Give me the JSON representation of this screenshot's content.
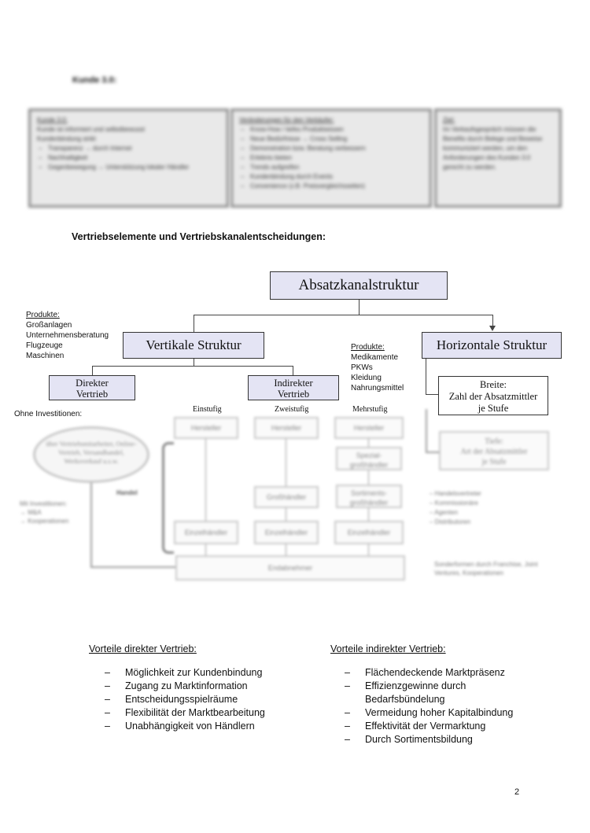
{
  "heading_top": "Kunde 3.0:",
  "top_boxes": {
    "left": {
      "title": "Kunde 3.0:",
      "lines": [
        "Kunde ist informiert und selbstbewusst",
        "Kundenbindung sinkt"
      ],
      "bullets": [
        "Transparenz → durch Internet",
        "Nachhaltigkeit",
        "Gegenbewegung → Unterstützung lokaler Händler"
      ]
    },
    "middle": {
      "title": "Veränderungen für den Verkäufer:",
      "bullets": [
        "Know-How / tiefes Produktwissen",
        "Neue Bedürfnisse → Cross Selling",
        "Demonstration bzw. Beratung verbessern",
        "Erlebnis bieten",
        "Trends aufgreifen",
        "Kundenbindung durch Events",
        "Convenience (z.B. Preisvergleichsseiten)"
      ]
    },
    "right": {
      "title": "Ziel:",
      "text": "Im Verkaufsgespräch müssen die Benefits durch Belege und Beweise kommuniziert werden, um den Anforderungen des Kunden 3.0 gerecht zu werden."
    }
  },
  "section_heading": "Vertriebselemente und Vertriebskanalentscheidungen:",
  "diagram": {
    "root": "Absatzkanalstruktur",
    "vertical": "Vertikale Struktur",
    "horizontal": "Horizontale Struktur",
    "products_left_title": "Produkte:",
    "products_left": [
      "Großanlagen",
      "Unternehmensberatung",
      "Flugzeuge",
      "Maschinen"
    ],
    "products_right_title": "Produkte:",
    "products_right": [
      "Medikamente",
      "PKWs",
      "Kleidung",
      "Nahrungsmittel"
    ],
    "direct": [
      "Direkter",
      "Vertrieb"
    ],
    "indirect": [
      "Indirekter",
      "Vertrieb"
    ],
    "breite": [
      "Breite:",
      "Zahl der Absatzmittler",
      "je Stufe"
    ],
    "tiefe": [
      "Tiefe:",
      "Art der Absatzmittler",
      "je Stufe"
    ],
    "ohne_invest": "Ohne Investitionen:",
    "ellipse_text": "über Vertriebsmitarbeiter, Online-Vertrieb, Versandhandel, Werksverkauf u.s.w.",
    "mit_invest_title": "Mit Investitionen:",
    "mit_invest": [
      "→ M&A",
      "→ Kooperationen"
    ],
    "handel": "Handel",
    "stufe_labels": [
      "Einstufig",
      "Zweistufig",
      "Mehrstufig"
    ],
    "hersteller": "Hersteller",
    "spezialgross": "Spezial-großhändler",
    "grosshaendler": "Großhändler",
    "sortimentsgross": "Sortiments-großhändler",
    "einzelhaendler": "Einzelhändler",
    "endabnehmer": "Endabnehmer",
    "right_list": [
      "Handelsvertreter",
      "Kommissionäre",
      "Agenten",
      "Distributoren"
    ],
    "sonderformen": "Sonderformen durch Franchise, Joint Ventures, Kooperationen"
  },
  "advantages": {
    "direct_title": "Vorteile direkter Vertrieb:",
    "direct": [
      "Möglichkeit zur Kundenbindung",
      "Zugang zu Marktinformation",
      "Entscheidungsspielräume",
      "Flexibilität der Marktbearbeitung",
      "Unabhängigkeit von Händlern"
    ],
    "indirect_title": "Vorteile indirekter Vertrieb:",
    "indirect_1": "Flächendeckende Marktpräsenz",
    "indirect_2a": "Effizienzgewinne durch",
    "indirect_2b": "Bedarfsbündelung",
    "indirect_3": "Vermeidung hoher Kapitalbindung",
    "indirect_4": "Effektivität der Vermarktung",
    "indirect_5": "Durch Sortimentsbildung",
    "dash": "–"
  },
  "page_number": "2"
}
